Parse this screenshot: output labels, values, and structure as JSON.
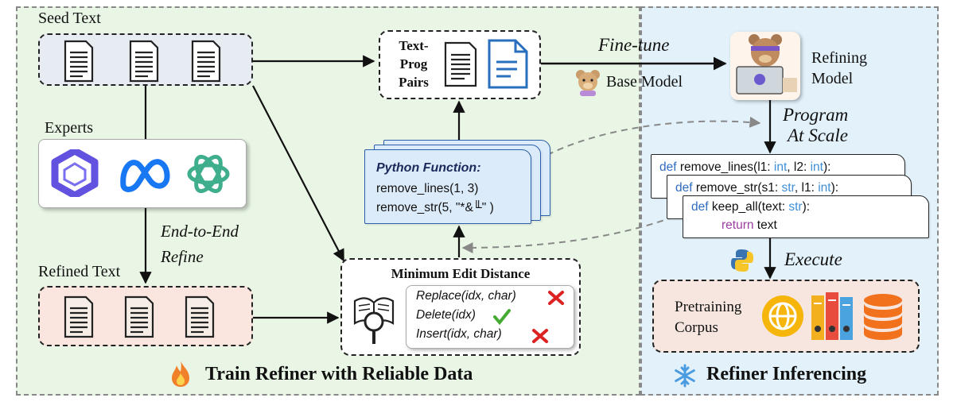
{
  "train_panel": {
    "title": "Train Refiner with Reliable Data",
    "seed_text_label": "Seed Text",
    "experts_label": "Experts",
    "expert_icons": [
      "qwen-logo-icon",
      "meta-logo-icon",
      "openai-logo-icon"
    ],
    "refine_label_1": "End-to-End",
    "refine_label_2": "Refine",
    "refined_text_label": "Refined Text",
    "pairs_label_1": "Text-",
    "pairs_label_2": "Prog",
    "pairs_label_3": "Pairs",
    "python_function": {
      "title": "Python Function:",
      "line1": "remove_lines(1, 3)",
      "line2": "remove_str(5, \"*&╙\" )"
    },
    "med": {
      "title": "Minimum Edit Distance",
      "op1": "Replace(idx, char)",
      "op2": "Delete(idx)",
      "op3": "Insert(idx, char)"
    }
  },
  "fine_tune_label": "Fine-tune",
  "base_model_label": "Base Model",
  "inference_panel": {
    "title": "Refiner Inferencing",
    "refining_model_label_1": "Refining",
    "refining_model_label_2": "Model",
    "program_label_1": "Program",
    "program_label_2": "At Scale",
    "execute_label": "Execute",
    "code1": {
      "kw": "def",
      "fn": "remove_lines(l1: ",
      "t1": "int",
      "mid": ", l2: ",
      "t2": "int",
      "end": "):"
    },
    "code2": {
      "kw": "def",
      "fn": "remove_str(s1: ",
      "t1": "str",
      "mid": ", l1: ",
      "t2": "int",
      "end": "):"
    },
    "code3": {
      "kw": "def",
      "fn": "keep_all(text: ",
      "t1": "str",
      "end": "):",
      "ret_kw": "return",
      "ret": " text"
    },
    "corpus_label_1": "Pretraining",
    "corpus_label_2": "Corpus"
  },
  "colors": {
    "train_bg": "#e9f6e5",
    "infer_bg": "#e2f1fa",
    "seed_bg": "#e6ecf2",
    "refined_bg": "#fbe6df",
    "pyfunc_bg": "#dcebf9",
    "corpus_bg": "#f6e6df",
    "check": "#44aa33",
    "cross": "#dd2222"
  }
}
